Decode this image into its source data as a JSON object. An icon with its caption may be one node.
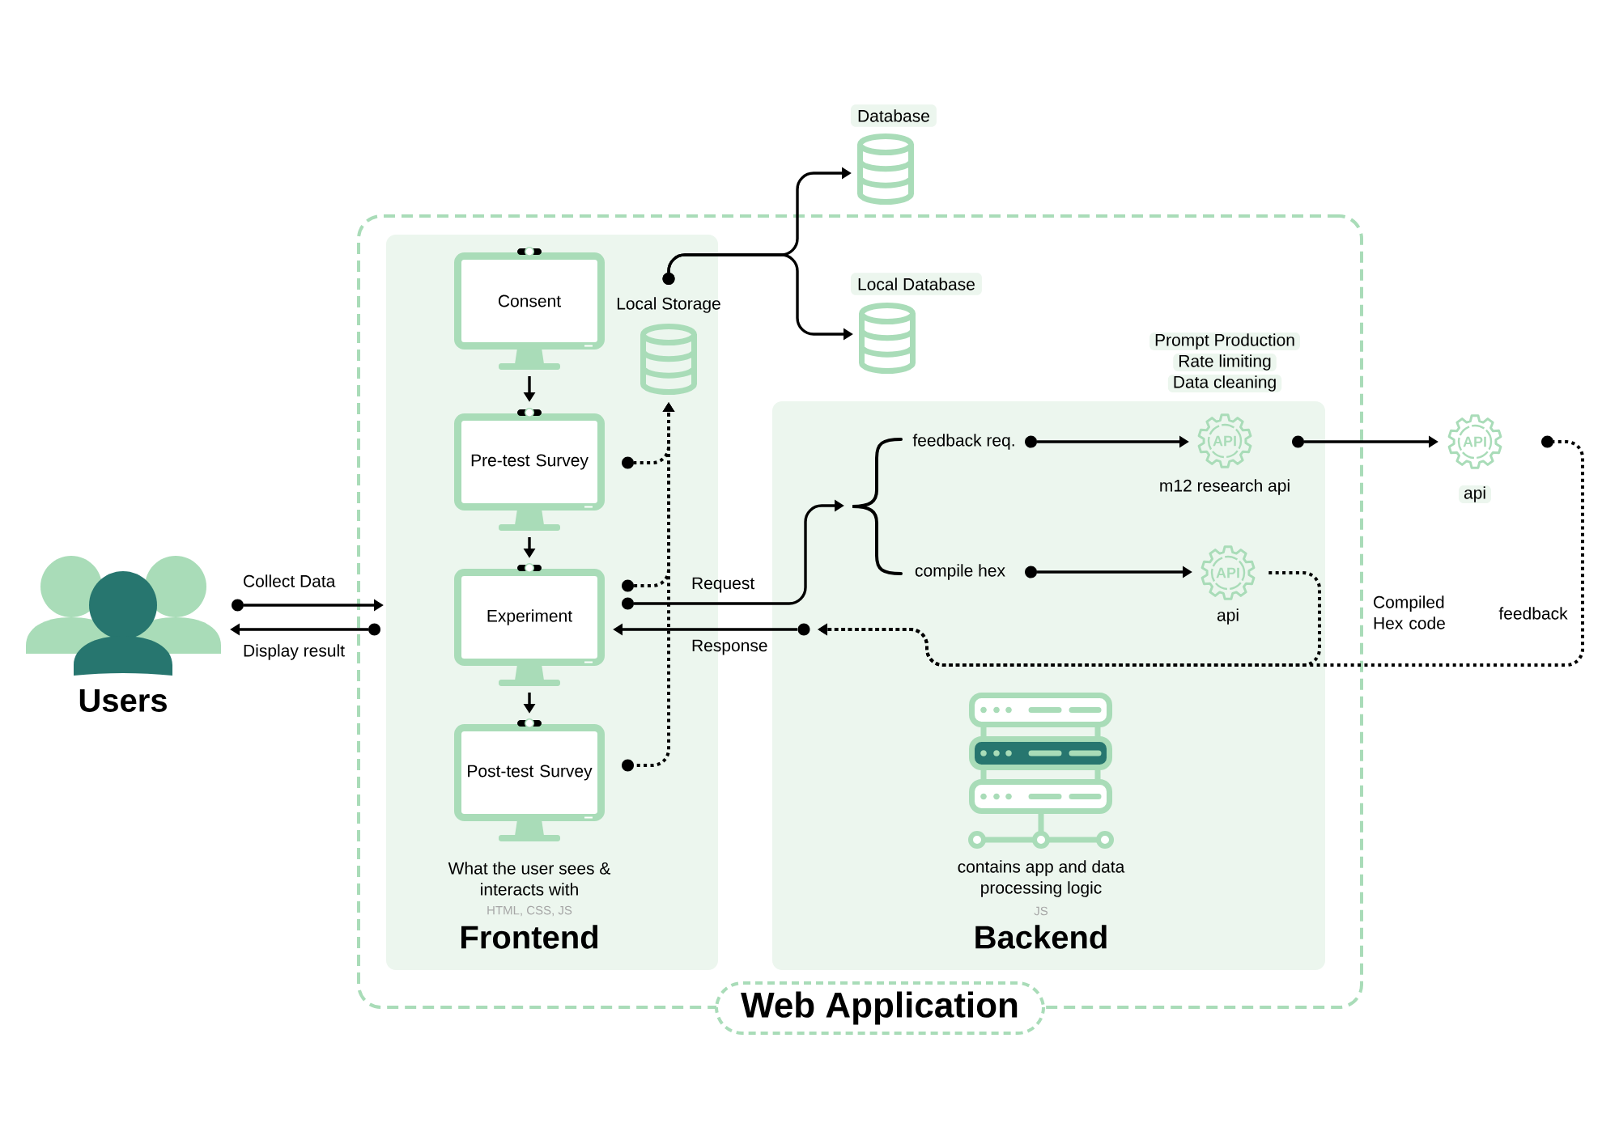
{
  "diagram": {
    "nodes": [
      {
        "text": [
          "Users"
        ]
      },
      {
        "text": [
          "Web Application"
        ]
      },
      {
        "text": [
          "What the user sees & interacts with",
          "HTML, CSS, JS",
          "Frontend"
        ],
        "in": 1
      },
      {
        "text": [
          "Consent"
        ],
        "in": 2
      },
      {
        "text": [
          "Local Storage"
        ],
        "in": 2
      },
      {
        "text": [
          "Pre-test Survey"
        ],
        "in": 2
      },
      {
        "text": [
          "Experiment"
        ],
        "in": 2
      },
      {
        "text": [
          "Post-test Survey"
        ],
        "in": 2
      },
      {
        "text": [
          "Database"
        ]
      },
      {
        "text": [
          "Local Database"
        ],
        "in": 1
      },
      {
        "text": [
          "contains app and data processing logic",
          "JS",
          "Backend"
        ],
        "in": 1
      },
      {
        "text": [],
        "shape": "brace",
        "in": 10
      },
      {
        "text": [
          "feedback req."
        ],
        "in": 10
      },
      {
        "text": [
          "compile hex"
        ],
        "in": 10
      },
      {
        "text": [
          "API"
        ],
        "beside": [
          "Prompt Production",
          "Rate limiting",
          "Data cleaning",
          "m12 research api"
        ],
        "in": 10
      },
      {
        "text": [
          "API"
        ],
        "beside": [
          "api"
        ],
        "in": 10
      },
      {
        "text": [
          "API"
        ],
        "beside": [
          "api"
        ]
      },
      {
        "text": [],
        "shape": "circle",
        "in": 10
      }
    ],
    "edges": [
      {
        "from": 0,
        "to": 2,
        "arrow": "to",
        "label": "Collect Data"
      },
      {
        "from": 2,
        "to": 0,
        "arrow": "to",
        "label": "Display result"
      },
      {
        "from": 3,
        "to": 5,
        "arrow": "to"
      },
      {
        "from": 5,
        "to": 6,
        "arrow": "to"
      },
      {
        "from": 6,
        "to": 7,
        "arrow": "to"
      },
      {
        "from": 4,
        "to": 8,
        "arrow": "to"
      },
      {
        "from": 4,
        "to": 9,
        "arrow": "to"
      },
      {
        "from": 5,
        "to": 4,
        "arrow": "to",
        "style": "dashed"
      },
      {
        "from": 6,
        "to": 4,
        "arrow": "to",
        "style": "dashed"
      },
      {
        "from": 7,
        "to": 4,
        "arrow": "to",
        "style": "dashed"
      },
      {
        "from": 6,
        "to": 11,
        "arrow": "to",
        "label": "Request"
      },
      {
        "from": 12,
        "to": 14,
        "arrow": "to"
      },
      {
        "from": 13,
        "to": 15,
        "arrow": "to"
      },
      {
        "from": 14,
        "to": 16,
        "arrow": "to"
      },
      {
        "from": 15,
        "to": 17,
        "arrow": "to",
        "style": "dashed",
        "label": "Compiled Hex code"
      },
      {
        "from": 16,
        "to": 17,
        "arrow": "to",
        "style": "dashed",
        "label": "feedback"
      },
      {
        "from": 17,
        "to": 6,
        "arrow": "to",
        "label": "Response"
      }
    ]
  }
}
